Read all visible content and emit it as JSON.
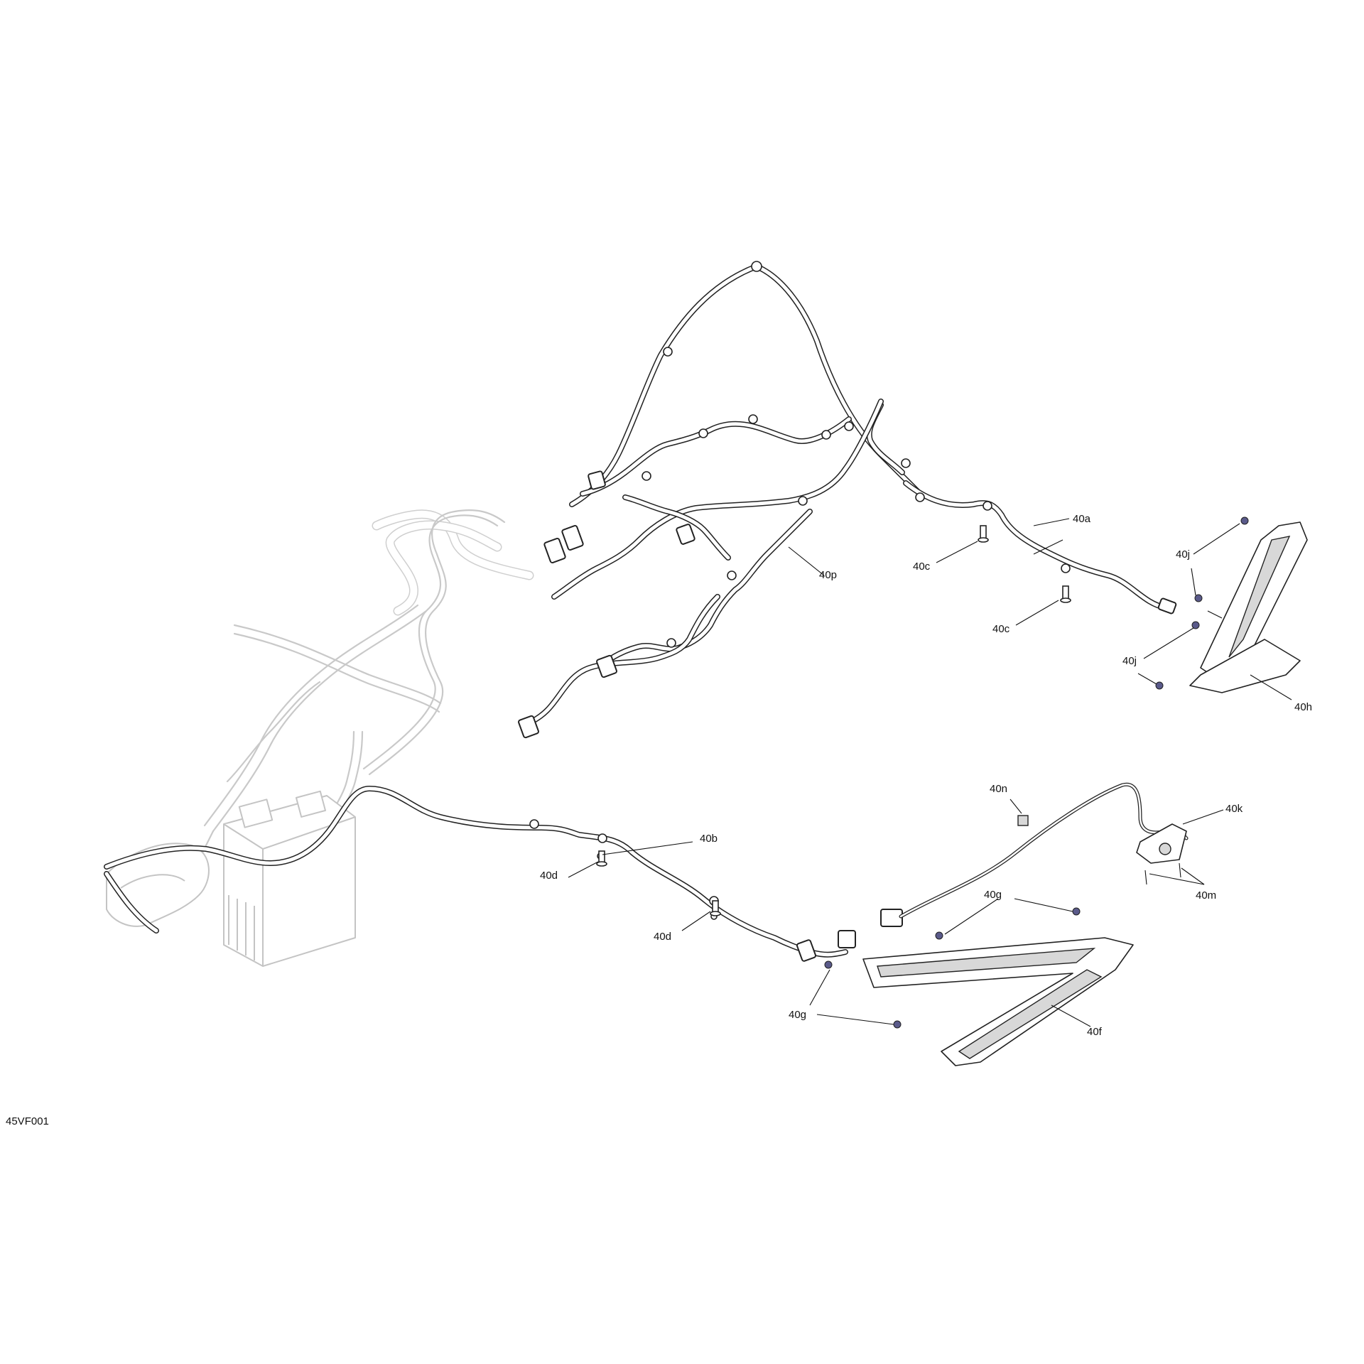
{
  "figure_id": "45VF001",
  "callouts": [
    {
      "id": "40a",
      "text": "40a"
    },
    {
      "id": "40b",
      "text": "40b"
    },
    {
      "id": "40c-1",
      "text": "40c"
    },
    {
      "id": "40c-2",
      "text": "40c"
    },
    {
      "id": "40d-1",
      "text": "40d"
    },
    {
      "id": "40d-2",
      "text": "40d"
    },
    {
      "id": "40f",
      "text": "40f"
    },
    {
      "id": "40g-1",
      "text": "40g"
    },
    {
      "id": "40g-2",
      "text": "40g"
    },
    {
      "id": "40h",
      "text": "40h"
    },
    {
      "id": "40j-1",
      "text": "40j"
    },
    {
      "id": "40j-2",
      "text": "40j"
    },
    {
      "id": "40k",
      "text": "40k"
    },
    {
      "id": "40m",
      "text": "40m"
    },
    {
      "id": "40n",
      "text": "40n"
    },
    {
      "id": "40p",
      "text": "40p"
    }
  ]
}
